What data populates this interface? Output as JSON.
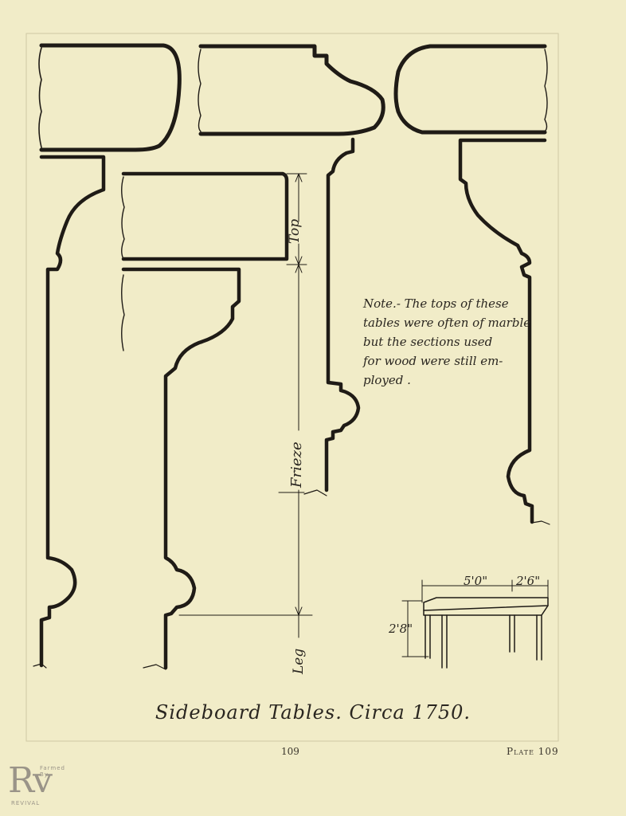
{
  "labels": {
    "top": "Top",
    "frieze": "Frieze",
    "leg": "Leg"
  },
  "note": {
    "lines": [
      "Note.- The tops of these",
      "tables were often of marble",
      "but the sections used",
      "for wood were still em-",
      "ployed ."
    ]
  },
  "dimensions": {
    "length": "5'0\"",
    "depth": "2'6\"",
    "height": "2'8\""
  },
  "caption": "Sideboard Tables.  Circa 1750.",
  "page_number": "109",
  "plate_label": "Plate 109",
  "watermark": {
    "mark": "Rv",
    "top_text": "Farmed By",
    "bottom_text": "REVIVAL"
  },
  "colors": {
    "paper": "#f1ecc8",
    "ink": "#1f1b16"
  }
}
